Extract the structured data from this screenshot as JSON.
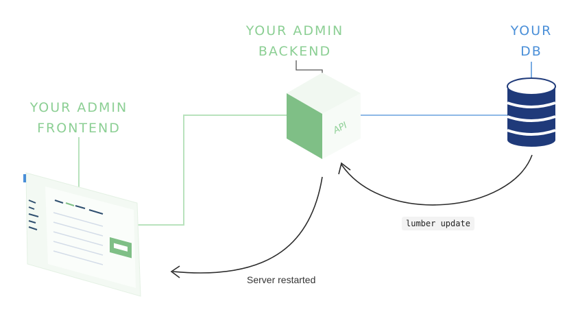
{
  "labels": {
    "backend": [
      "YOUR ADMIN",
      "BACKEND"
    ],
    "frontend": [
      "YOUR ADMIN",
      "FRONTEND"
    ],
    "db": [
      "YOUR",
      "DB"
    ],
    "api": "API"
  },
  "captions": {
    "server_restarted": "Server restarted",
    "command": "lumber update"
  },
  "colors": {
    "green_text": "#8ccf94",
    "green_line": "#a8dcae",
    "green_cube": "#7fbf86",
    "blue_text": "#4a8fd8",
    "blue_line": "#8db8e6",
    "db_navy": "#1f3a7a",
    "arrow": "#2b2b2b"
  }
}
